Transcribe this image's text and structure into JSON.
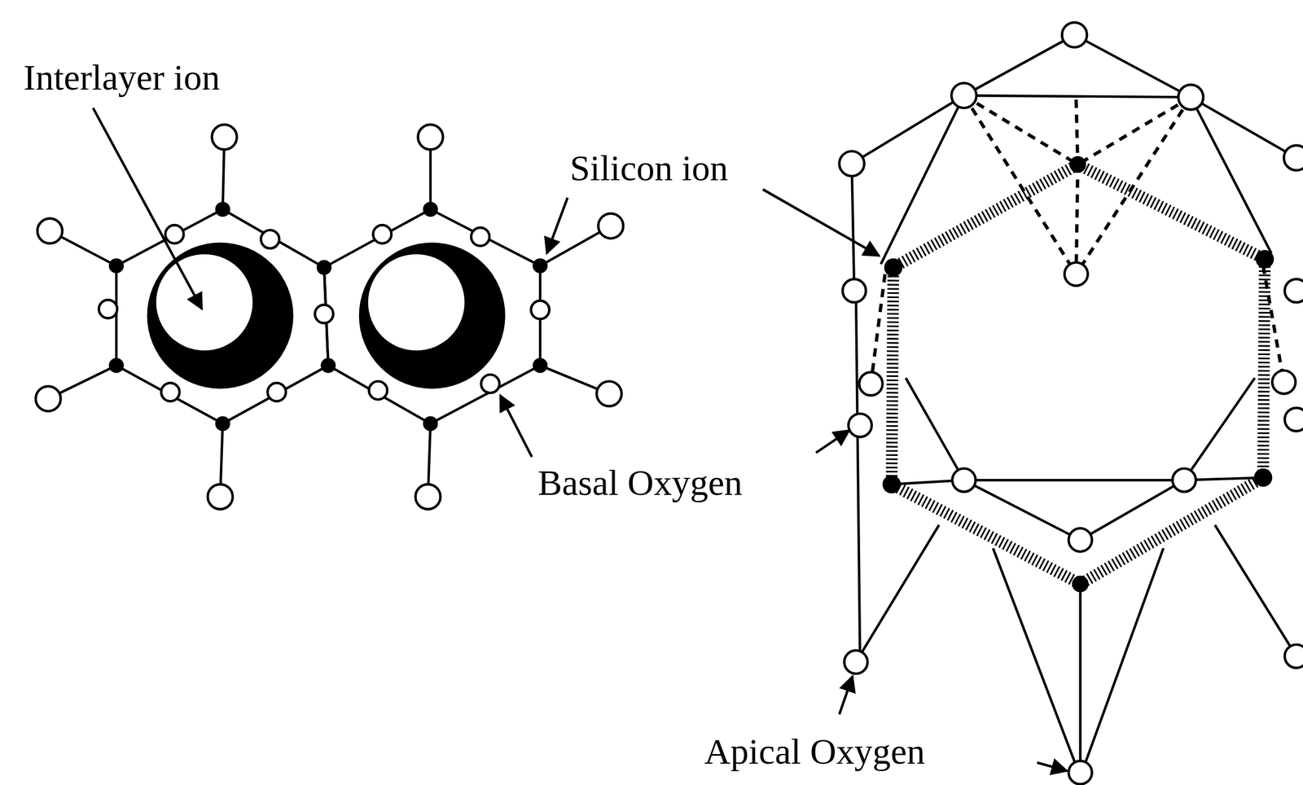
{
  "diagram": {
    "labels": [
      "Interlayer ion",
      "Silicon ion",
      "Basal Oxygen",
      "Apical Oxygen"
    ]
  }
}
